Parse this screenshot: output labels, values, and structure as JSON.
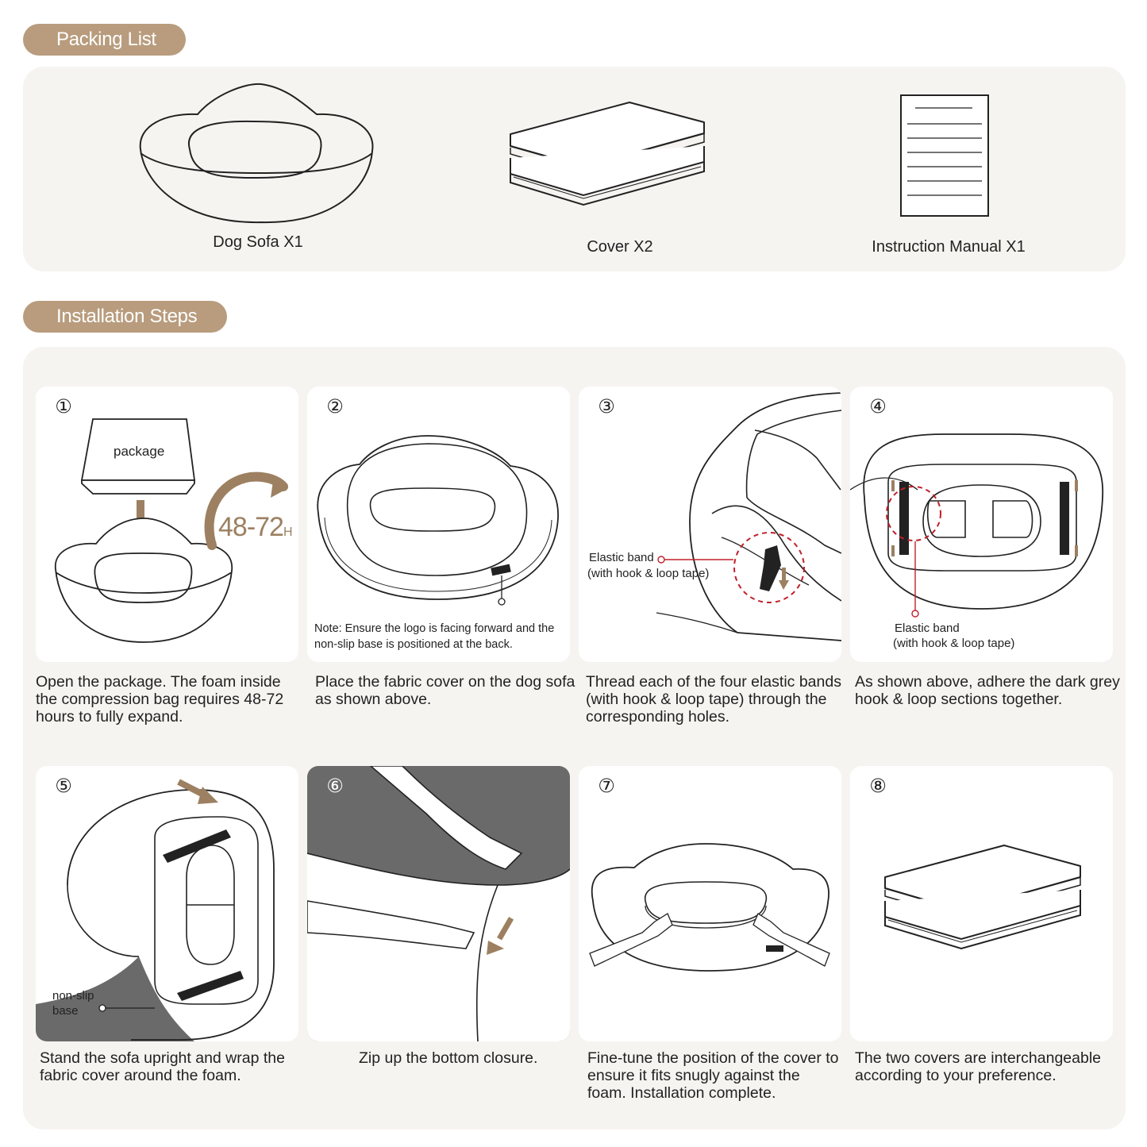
{
  "packing": {
    "title": "Packing List",
    "items": [
      {
        "label": "Dog Sofa  X1",
        "icon": "dog-sofa-icon"
      },
      {
        "label": "Cover X2",
        "icon": "cover-stack-icon"
      },
      {
        "label": "Instruction Manual X1",
        "icon": "manual-icon"
      }
    ]
  },
  "install": {
    "title": "Installation Steps",
    "steps": [
      {
        "num": "①",
        "desc": "Open the package. The foam inside the compression bag requires 48-72 hours to fully expand.",
        "package_label": "package",
        "time_label": "48-72",
        "time_unit": "H"
      },
      {
        "num": "②",
        "desc": "Place the fabric cover on the dog sofa as shown above.",
        "note": "Note: Ensure the logo is facing forward and the non-slip base is positioned at the back."
      },
      {
        "num": "③",
        "desc": "Thread each of the four elastic bands (with hook & loop tape) through the corresponding holes.",
        "callout1": "Elastic band",
        "callout2": "(with hook & loop tape)"
      },
      {
        "num": "④",
        "desc": "As shown above, adhere the dark grey hook & loop sections together.",
        "callout1": "Elastic band",
        "callout2": "(with hook & loop tape)"
      },
      {
        "num": "⑤",
        "desc": "Stand the sofa upright and wrap the fabric cover around the foam.",
        "callout1": "non-slip",
        "callout2": "base"
      },
      {
        "num": "⑥",
        "desc": "Zip up the bottom closure."
      },
      {
        "num": "⑦",
        "desc": "Fine-tune the position of the cover to ensure it fits snugly against the foam. Installation complete."
      },
      {
        "num": "⑧",
        "desc": "The two covers are interchangeable according to your preference."
      }
    ]
  },
  "colors": {
    "accent": "#b89c7d",
    "panel": "#f6f4f1",
    "arrow": "#9c8061",
    "callout": "#c0202a",
    "dark_fabric": "#6b6a6a"
  }
}
